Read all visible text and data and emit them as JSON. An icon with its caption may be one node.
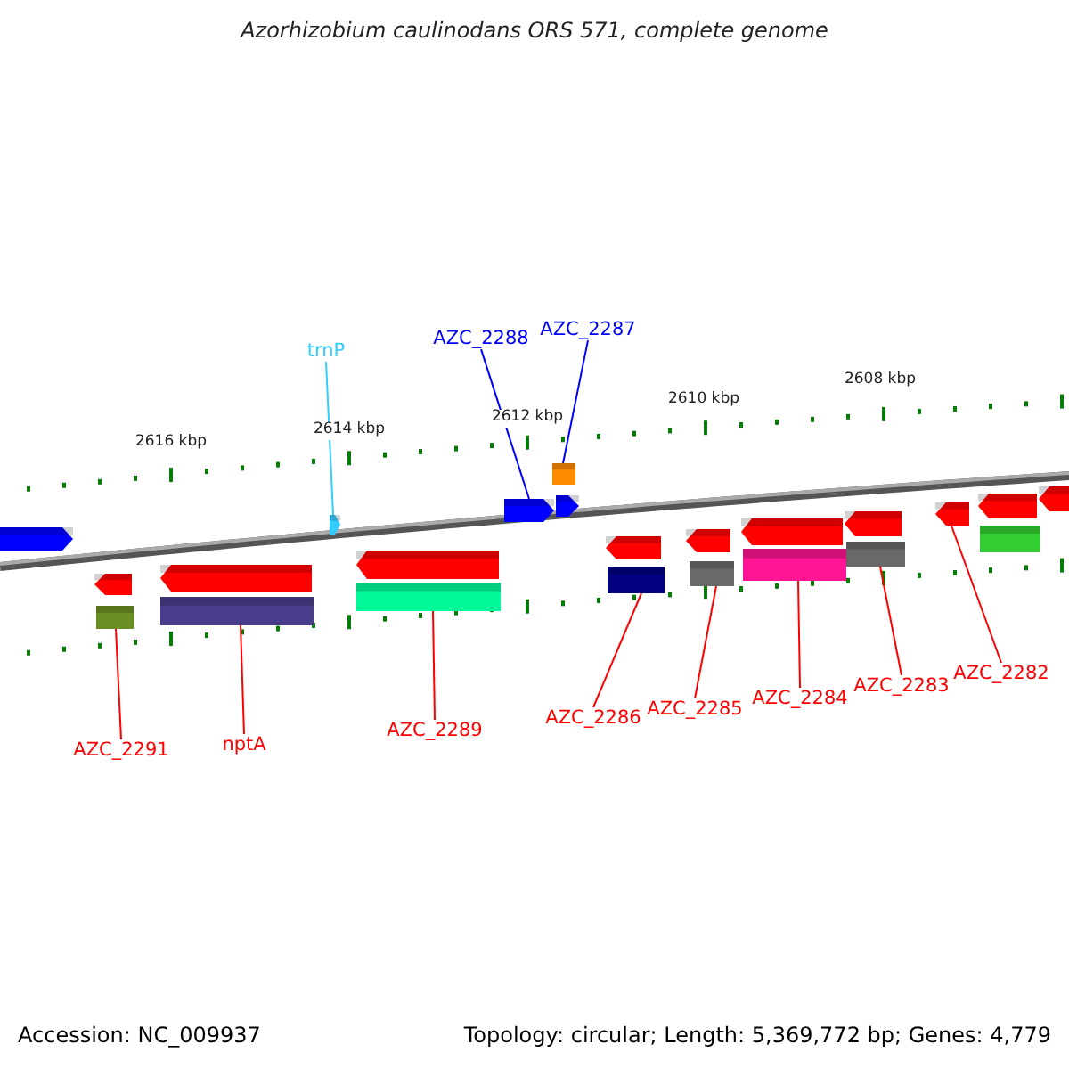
{
  "diagram": {
    "title": "Azorhizobium caulinodans ORS 571, complete genome",
    "nodes": [
      {
        "text": [
          "AZC_2288"
        ]
      },
      {
        "text": [
          "AZC_2287"
        ]
      },
      {
        "text": [
          "trnP"
        ]
      },
      {
        "text": [
          "AZC_2291"
        ]
      },
      {
        "text": [
          "nptA"
        ]
      },
      {
        "text": [
          "AZC_2289"
        ]
      },
      {
        "text": [
          "AZC_2286"
        ]
      },
      {
        "text": [
          "AZC_2285"
        ]
      },
      {
        "text": [
          "AZC_2284"
        ]
      },
      {
        "text": [
          "AZC_2283"
        ]
      },
      {
        "text": [
          "AZC_2282"
        ]
      },
      {
        "text": [],
        "shape": "arrow"
      },
      {
        "text": [],
        "shape": "arrow"
      },
      {
        "text": [],
        "shape": "box"
      },
      {
        "text": [],
        "shape": "arrow"
      },
      {
        "text": [],
        "shape": "box"
      },
      {
        "text": [],
        "shape": "arrow"
      },
      {
        "text": [],
        "shape": "arrow"
      },
      {
        "text": [],
        "shape": "box"
      },
      {
        "text": [],
        "shape": "arrow"
      },
      {
        "text": [],
        "shape": "box"
      },
      {
        "text": [],
        "shape": "arrow"
      },
      {
        "text": [],
        "shape": "arrow"
      },
      {
        "text": [],
        "shape": "box"
      },
      {
        "text": [],
        "shape": "arrow"
      },
      {
        "text": [],
        "shape": "box"
      },
      {
        "text": [],
        "shape": "arrow"
      },
      {
        "text": [],
        "shape": "box"
      },
      {
        "text": [],
        "shape": "arrow"
      },
      {
        "text": [],
        "shape": "box"
      },
      {
        "text": [],
        "shape": "arrow"
      },
      {
        "text": [],
        "shape": "arrow"
      },
      {
        "text": [],
        "shape": "box"
      },
      {
        "text": [],
        "shape": "arrow"
      }
    ],
    "edges": [
      {
        "from": 0,
        "to": 19,
        "arrow": "none",
        "color": "#0000ff"
      },
      {
        "from": 1,
        "to": 20,
        "arrow": "none",
        "color": "#0000ff"
      },
      {
        "from": 2,
        "to": 16,
        "arrow": "none",
        "color": "#33ccff"
      },
      {
        "from": 3,
        "to": 13,
        "arrow": "none"
      },
      {
        "from": 4,
        "to": 15,
        "arrow": "none"
      },
      {
        "from": 5,
        "to": 18,
        "arrow": "none"
      },
      {
        "from": 6,
        "to": 23,
        "arrow": "none"
      },
      {
        "from": 7,
        "to": 25,
        "arrow": "none"
      },
      {
        "from": 8,
        "to": 27,
        "arrow": "none"
      },
      {
        "from": 9,
        "to": 29,
        "arrow": "none"
      },
      {
        "from": 10,
        "to": 30,
        "arrow": "none"
      }
    ],
    "labels": [
      "2608 kbp",
      "2610 kbp",
      "2612 kbp",
      "2614 kbp",
      "2616 kbp",
      "Accession: NC_009937",
      "Topology: circular; Length: 5,369,772 bp; Genes: 4,779"
    ]
  }
}
